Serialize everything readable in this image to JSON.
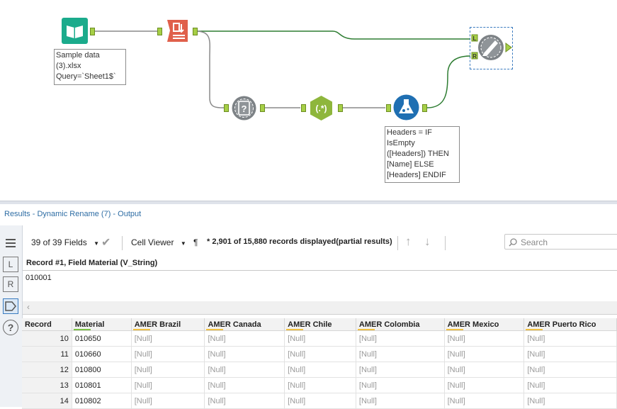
{
  "workflow": {
    "input_annotation": "Sample data\n(3).xlsx\nQuery=`Sheet1$`",
    "formula_annotation": "Headers = IF\nIsEmpty\n([Headers]) THEN\n[Name] ELSE\n[Headers] ENDIF",
    "join_left_label": "L",
    "join_right_label": "R",
    "regex_label": "(.*)"
  },
  "results": {
    "title": "Results - Dynamic Rename (7) - Output"
  },
  "sidebar": {
    "left_label": "L",
    "right_label": "R",
    "help_label": "?"
  },
  "toolbar": {
    "fields": "39 of 39 Fields",
    "cell_viewer": "Cell Viewer",
    "pilcrow": "¶",
    "records": "* 2,901 of 15,880 records displayed(partial results)",
    "search_placeholder": "Search"
  },
  "cell_viewer": {
    "header": "Record #1, Field Material (V_String)",
    "value": "010001"
  },
  "grid": {
    "columns": [
      "Record",
      "Material",
      "AMER Brazil",
      "AMER Canada",
      "AMER Chile",
      "AMER Colombia",
      "AMER Mexico",
      "AMER Puerto Rico"
    ],
    "rows": [
      {
        "record": "10",
        "material": "010650",
        "values": [
          "[Null]",
          "[Null]",
          "[Null]",
          "[Null]",
          "[Null]",
          "[Null]"
        ]
      },
      {
        "record": "11",
        "material": "010660",
        "values": [
          "[Null]",
          "[Null]",
          "[Null]",
          "[Null]",
          "[Null]",
          "[Null]"
        ]
      },
      {
        "record": "12",
        "material": "010800",
        "values": [
          "[Null]",
          "[Null]",
          "[Null]",
          "[Null]",
          "[Null]",
          "[Null]"
        ]
      },
      {
        "record": "13",
        "material": "010801",
        "values": [
          "[Null]",
          "[Null]",
          "[Null]",
          "[Null]",
          "[Null]",
          "[Null]"
        ]
      },
      {
        "record": "14",
        "material": "010802",
        "values": [
          "[Null]",
          "[Null]",
          "[Null]",
          "[Null]",
          "[Null]",
          "[Null]"
        ]
      }
    ]
  },
  "colors": {
    "input_tool": "#1bab8c",
    "select_tool": "#e0604b",
    "regex_tool": "#8eb63c",
    "formula_tool": "#1f6fb2",
    "gray_tool": "#7d8286",
    "anchor": "#a6cf46",
    "wire_green": "#2e7d32",
    "wire_gray": "#8a8a8a"
  }
}
